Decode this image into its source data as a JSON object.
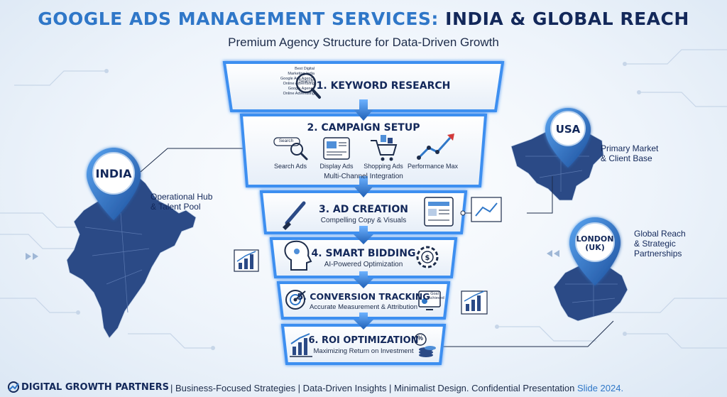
{
  "header": {
    "title_part1": "GOOGLE ADS MANAGEMENT SERVICES:",
    "title_part2": "INDIA & GLOBAL REACH",
    "subtitle": "Premium Agency Structure for Data-Driven Growth"
  },
  "funnel": {
    "steps": [
      {
        "title": "1. KEYWORD RESEARCH",
        "subtitle": ""
      },
      {
        "title": "2. CAMPAIGN SETUP",
        "subtitle": "Multi-Channel Integration"
      },
      {
        "title": "3. AD CREATION",
        "subtitle": "Compelling Copy & Visuals"
      },
      {
        "title": "4. SMART BIDDING",
        "subtitle": "AI-Powered Optimization"
      },
      {
        "title": "5. CONVERSION TRACKING",
        "subtitle": "Accurate Measurement & Attribution"
      },
      {
        "title": "6. ROI OPTIMIZATION",
        "subtitle": "Maximizing Return on Investment"
      }
    ],
    "keyword_lines": [
      "Best Digital",
      "Marketing India",
      "Google Ads Agency",
      "Online Advertising",
      "Google Agency",
      "Online Advertising"
    ],
    "search_box_label": "Search",
    "channels": [
      "Search Ads",
      "Display Ads",
      "Shopping Ads",
      "Performance Max"
    ],
    "goal_badge": [
      "Goal",
      "Achieved"
    ],
    "percent_symbol": "%"
  },
  "locations": {
    "india": {
      "pin": "INDIA",
      "label_line1": "Operational Hub",
      "label_line2": "& Talent Pool"
    },
    "usa": {
      "pin": "USA",
      "label_line1": "Primary Market",
      "label_line2": "& Client Base"
    },
    "london": {
      "pin_line1": "LONDON",
      "pin_line2": "(UK)",
      "label_line1": "Global Reach",
      "label_line2": "& Strategic",
      "label_line3": "Partnerships"
    }
  },
  "footer": {
    "brand": "DIGITAL GROWTH PARTNERS",
    "tagline": "| Business-Focused Strategies | Data-Driven Insights | Minimalist Design. Confidential Presentation",
    "slide": "Slide 2024."
  },
  "colors": {
    "accent": "#2f77c8",
    "navy": "#13285a",
    "map": "#2b4a86",
    "glow": "#4f9cf0"
  }
}
